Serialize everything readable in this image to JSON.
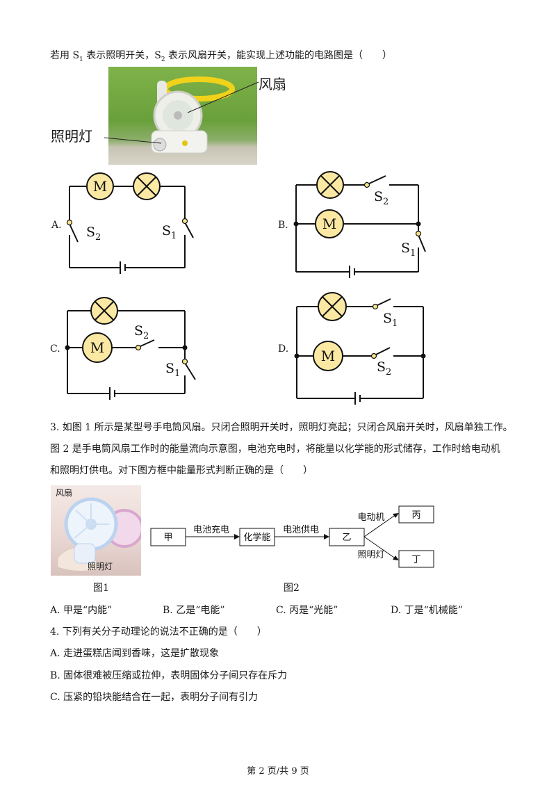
{
  "q2": {
    "intro": {
      "p1": "若用 S",
      "s1": "1",
      "p2": " 表示照明开关，S",
      "s2": "2",
      "p3": " 表示风扇开关，能实现上述功能的电路图是（　　）"
    },
    "photo_labels": {
      "fan": "风扇",
      "light": "照明灯"
    },
    "options": {
      "a": "A.",
      "b": "B.",
      "c": "C.",
      "d": "D."
    },
    "symbols": {
      "motor": "M",
      "s_letter": "S",
      "sub1": "1",
      "sub2": "2"
    }
  },
  "q3": {
    "line1": "3. 如图 1 所示是某型号手电筒风扇。只闭合照明开关时，照明灯亮起；只闭合风扇开关时，风扇单独工作。",
    "line2": "图 2 是手电筒风扇工作时的能量流向示意图，电池充电时，将能量以化学能的形式储存，工作时给电动机",
    "line3": "和照明灯供电。对下图方框中能量形式判断正确的是（　　）",
    "fig1": {
      "fan_label": "风扇",
      "light_label": "照明灯",
      "caption": "图1"
    },
    "fig2": {
      "caption": "图2",
      "box_jia": "甲",
      "box_chem": "化学能",
      "box_yi": "乙",
      "box_bing": "丙",
      "box_ding": "丁",
      "arrow_charge": "电池充电",
      "arrow_supply": "电池供电",
      "arrow_motor": "电动机",
      "arrow_lamp": "照明灯"
    },
    "options": {
      "a": "A.  甲是“内能”",
      "b": "B.  乙是“电能”",
      "c": "C.  丙是“光能”",
      "d": "D.  丁是“机械能”"
    }
  },
  "q4": {
    "stem": "4. 下列有关分子动理论的说法不正确的是（　　）",
    "a": "A.  走进蛋糕店闻到香味，这是扩散现象",
    "b": "B.  固体很难被压缩或拉伸，表明固体分子间只存在斥力",
    "c": "C.  压紧的铅块能结合在一起，表明分子间有引力"
  },
  "footer": {
    "page": "第 2 页/共 9 页"
  }
}
